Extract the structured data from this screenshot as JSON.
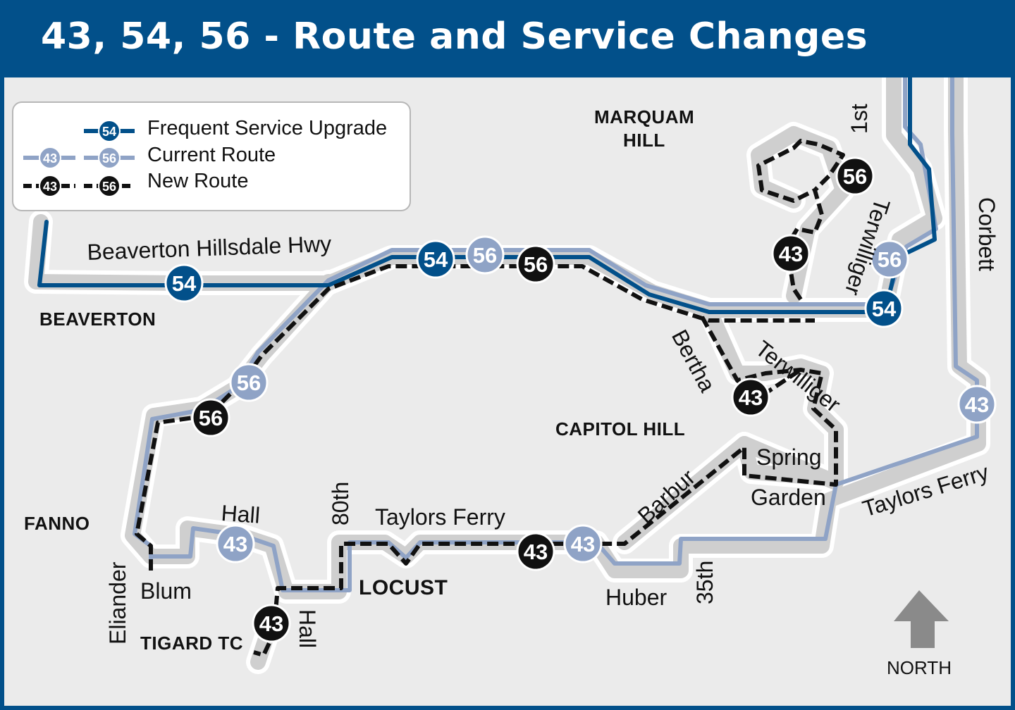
{
  "header": {
    "title": "43, 54, 56 - Route and Service Changes"
  },
  "legend": {
    "items": [
      {
        "label": "Frequent Service Upgrade",
        "routes": [
          "54"
        ]
      },
      {
        "label": "Current  Route",
        "routes": [
          "43",
          "56"
        ]
      },
      {
        "label": "New Route",
        "routes": [
          "43",
          "56"
        ]
      }
    ]
  },
  "route_badges": {
    "54": "54",
    "56": "56",
    "43": "43"
  },
  "areas": {
    "beaverton": "BEAVERTON",
    "marquam_hill": "MARQUAM",
    "marquam_hill_2": "HILL",
    "capitol_hill": "CAPITOL HILL",
    "fanno": "FANNO",
    "tigard_tc": "TIGARD TC",
    "locust": "LOCUST"
  },
  "streets": {
    "beaverton_hillsdale": "Beaverton Hillsdale Hwy",
    "first": "1st",
    "terwilliger_n": "Terwilliger",
    "corbett": "Corbett",
    "bertha": "Bertha",
    "terwilliger_s": "Terwilliger",
    "spring": "Spring",
    "garden": "Garden",
    "barbur": "Barbur",
    "taylors_ferry_e": "Taylors Ferry",
    "taylors_ferry_w": "Taylors Ferry",
    "hall_n": "Hall",
    "eightieth": "80th",
    "eliander": "Eliander",
    "blum": "Blum",
    "hall_s": "Hall",
    "huber": "Huber",
    "thirty_fifth": "35th"
  },
  "north_arrow": {
    "label": "NORTH"
  },
  "colors": {
    "frequent": "#02508a",
    "current": "#8fa3c6",
    "new": "#111111",
    "casing": "#cfcfcf",
    "background": "#ebebeb"
  }
}
